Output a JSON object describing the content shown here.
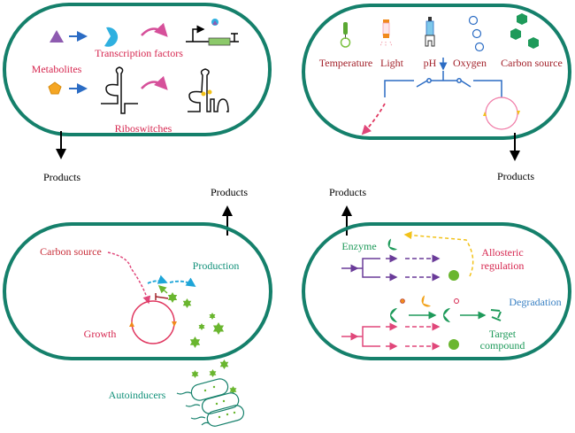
{
  "colors": {
    "cell_border": "#15806b",
    "red_label": "#d6264f",
    "dark_red_label": "#a3222b",
    "teal_label": "#12917a",
    "blue": "#2b6cc4",
    "purple": "#6a3b99",
    "pink": "#e0477a",
    "green": "#1e9a5a",
    "lightgreen": "#6ab62f",
    "yellow": "#f2c21a",
    "orange": "#f08a1c"
  },
  "panels": {
    "top_left": {
      "metabolites": "Metabolites",
      "transcription_factors": "Transcription factors",
      "riboswitches": "Riboswitches",
      "products": "Products"
    },
    "top_right": {
      "signals": [
        "Temperature",
        "Light",
        "pH",
        "Oxygen",
        "Carbon source"
      ],
      "products": "Products"
    },
    "bottom_left": {
      "carbon_source": "Carbon source",
      "production": "Production",
      "growth": "Growth",
      "autoinducers": "Autoinducers",
      "products": "Products"
    },
    "bottom_right": {
      "enzyme": "Enzyme",
      "allosteric_1": "Allosteric",
      "allosteric_2": "regulation",
      "degradation": "Degradation",
      "target_1": "Target",
      "target_2": "compound",
      "products": "Products"
    }
  }
}
